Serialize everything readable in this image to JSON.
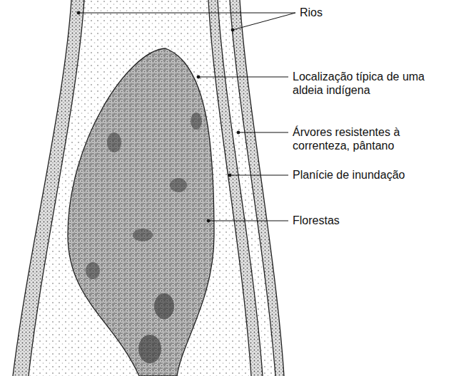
{
  "diagram": {
    "labels": [
      "Rios",
      "Localização típica de uma aldeia indígena",
      "Árvores resistentes à correnteza, pântano",
      "Planície de inundação",
      "Florestas"
    ]
  }
}
